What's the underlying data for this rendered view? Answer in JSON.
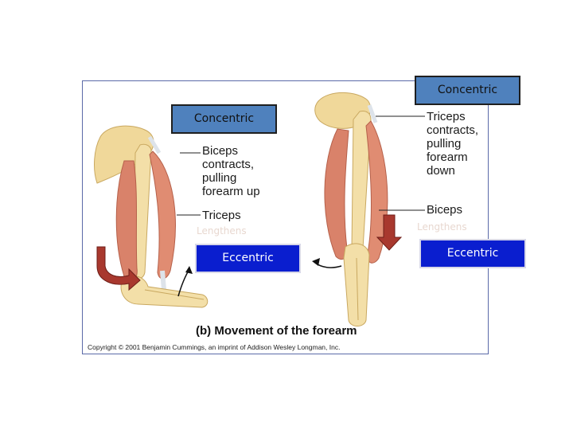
{
  "left_panel": {
    "biceps_label": "Biceps\ncontracts,\npulling\nforearm up",
    "triceps_label": "Triceps",
    "concentric_box": "Concentric",
    "lengthens": "Lengthens",
    "eccentric_box": "Eccentric"
  },
  "right_panel": {
    "triceps_label": "Triceps\ncontracts,\npulling\nforearm\ndown",
    "biceps_label": "Biceps",
    "concentric_box": "Concentric",
    "lengthens": "Lengthens",
    "eccentric_box": "Eccentric"
  },
  "caption": "(b)  Movement of the forearm",
  "copyright": "Copyright © 2001 Benjamin Cummings, an imprint of Addison Wesley Longman, Inc.",
  "colors": {
    "muscle": "#d9826a",
    "bone": "#f0d89a",
    "tendon": "#dde3ea",
    "concentric_box": "#4f81bd",
    "eccentric_box": "#0a1ecf",
    "arrow": "#b03a2e"
  }
}
